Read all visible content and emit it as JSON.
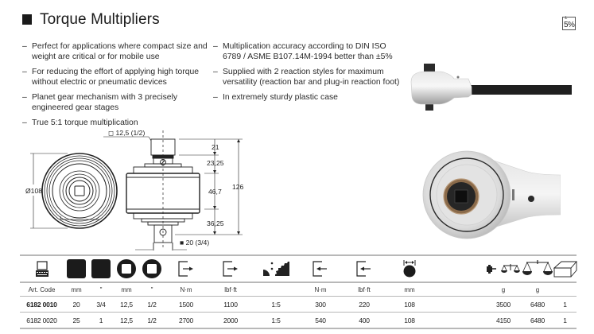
{
  "header": {
    "title": "Torque Multipliers",
    "badge": {
      "symbol": "±",
      "value": "5%"
    }
  },
  "features_left": [
    "Perfect for applications where compact size and weight are critical or for mobile use",
    "For reducing the effort of applying high torque without electric or pneumatic devices",
    "Planet gear mechanism with 3 precisely engineered gear stages",
    "True 5:1 torque multiplication"
  ],
  "features_right": [
    "Multiplication accuracy according to DIN ISO 6789 / ASME B107.14M-1994 better than ±5%",
    "Supplied with 2 reaction styles for maximum versatility (reaction bar and plug-in reaction foot)",
    "In extremely sturdy plastic case"
  ],
  "bullet_marker": "–",
  "drawing": {
    "input_square": "◻ 12,5 (1/2)",
    "output_square": "■ 20 (3/4)",
    "diameter": "Ø108",
    "dim_top": "21",
    "dim_upper": "23,25",
    "dim_body": "46,7",
    "dim_lower": "36,25",
    "dim_total": "126"
  },
  "table": {
    "icons": [
      "art-code-keyboard-icon",
      "output-square-drive-icon",
      "output-square-drive-inch-icon",
      "input-square-drive-icon",
      "input-square-drive-inch-icon",
      "output-torque-nm-icon",
      "output-torque-lbfft-icon",
      "gear-ratio-icon",
      "input-torque-nm-icon",
      "input-torque-lbfft-icon",
      "diameter-icon",
      "",
      "weight-icon",
      "total-weight-icon",
      "package-icon"
    ],
    "units": [
      "Art. Code",
      "mm",
      "\"",
      "mm",
      "\"",
      "N·m",
      "lbf·ft",
      "",
      "N·m",
      "lbf·ft",
      "mm",
      "",
      "g",
      "g",
      ""
    ],
    "rows": [
      [
        "6182 0010",
        "20",
        "3/4",
        "12,5",
        "1/2",
        "1500",
        "1100",
        "1:5",
        "300",
        "220",
        "108",
        "",
        "3500",
        "6480",
        "1"
      ],
      [
        "6182 0020",
        "25",
        "1",
        "12,5",
        "1/2",
        "2700",
        "2000",
        "1:5",
        "540",
        "400",
        "108",
        "",
        "4150",
        "6480",
        "1"
      ]
    ]
  }
}
